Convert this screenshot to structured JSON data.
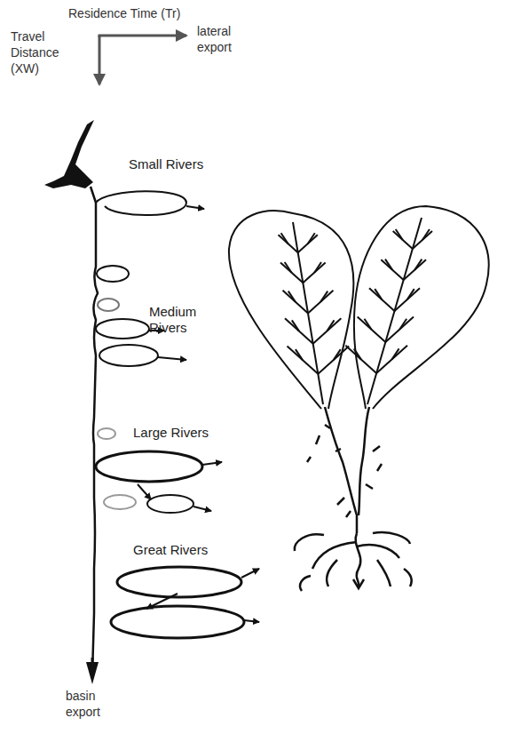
{
  "diagram": {
    "labels": [
      "Residence Time (Tr)",
      "lateral export",
      "Travel Distance (XW)",
      "Small Rivers",
      "Medium Rivers",
      "Large Rivers",
      "Great Rivers",
      "basin export"
    ]
  }
}
